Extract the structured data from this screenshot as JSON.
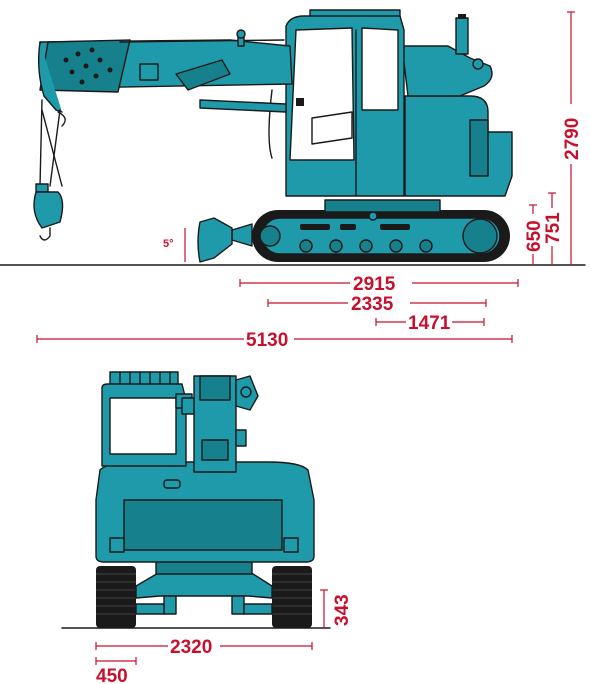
{
  "colors": {
    "machine": "#1f9aaa",
    "machine_shade": "#16808d",
    "outline": "#1a1a1a",
    "dimension": "#c8102e",
    "track": "#1a1a1a"
  },
  "side_view": {
    "angle_label": "5°",
    "dims": {
      "d2915": "2915",
      "d2335": "2335",
      "d1471": "1471",
      "d5130": "5130",
      "d2790": "2790",
      "d751": "751",
      "d650": "650"
    }
  },
  "rear_view": {
    "dims": {
      "d343": "343",
      "d2320": "2320",
      "d450": "450"
    }
  }
}
